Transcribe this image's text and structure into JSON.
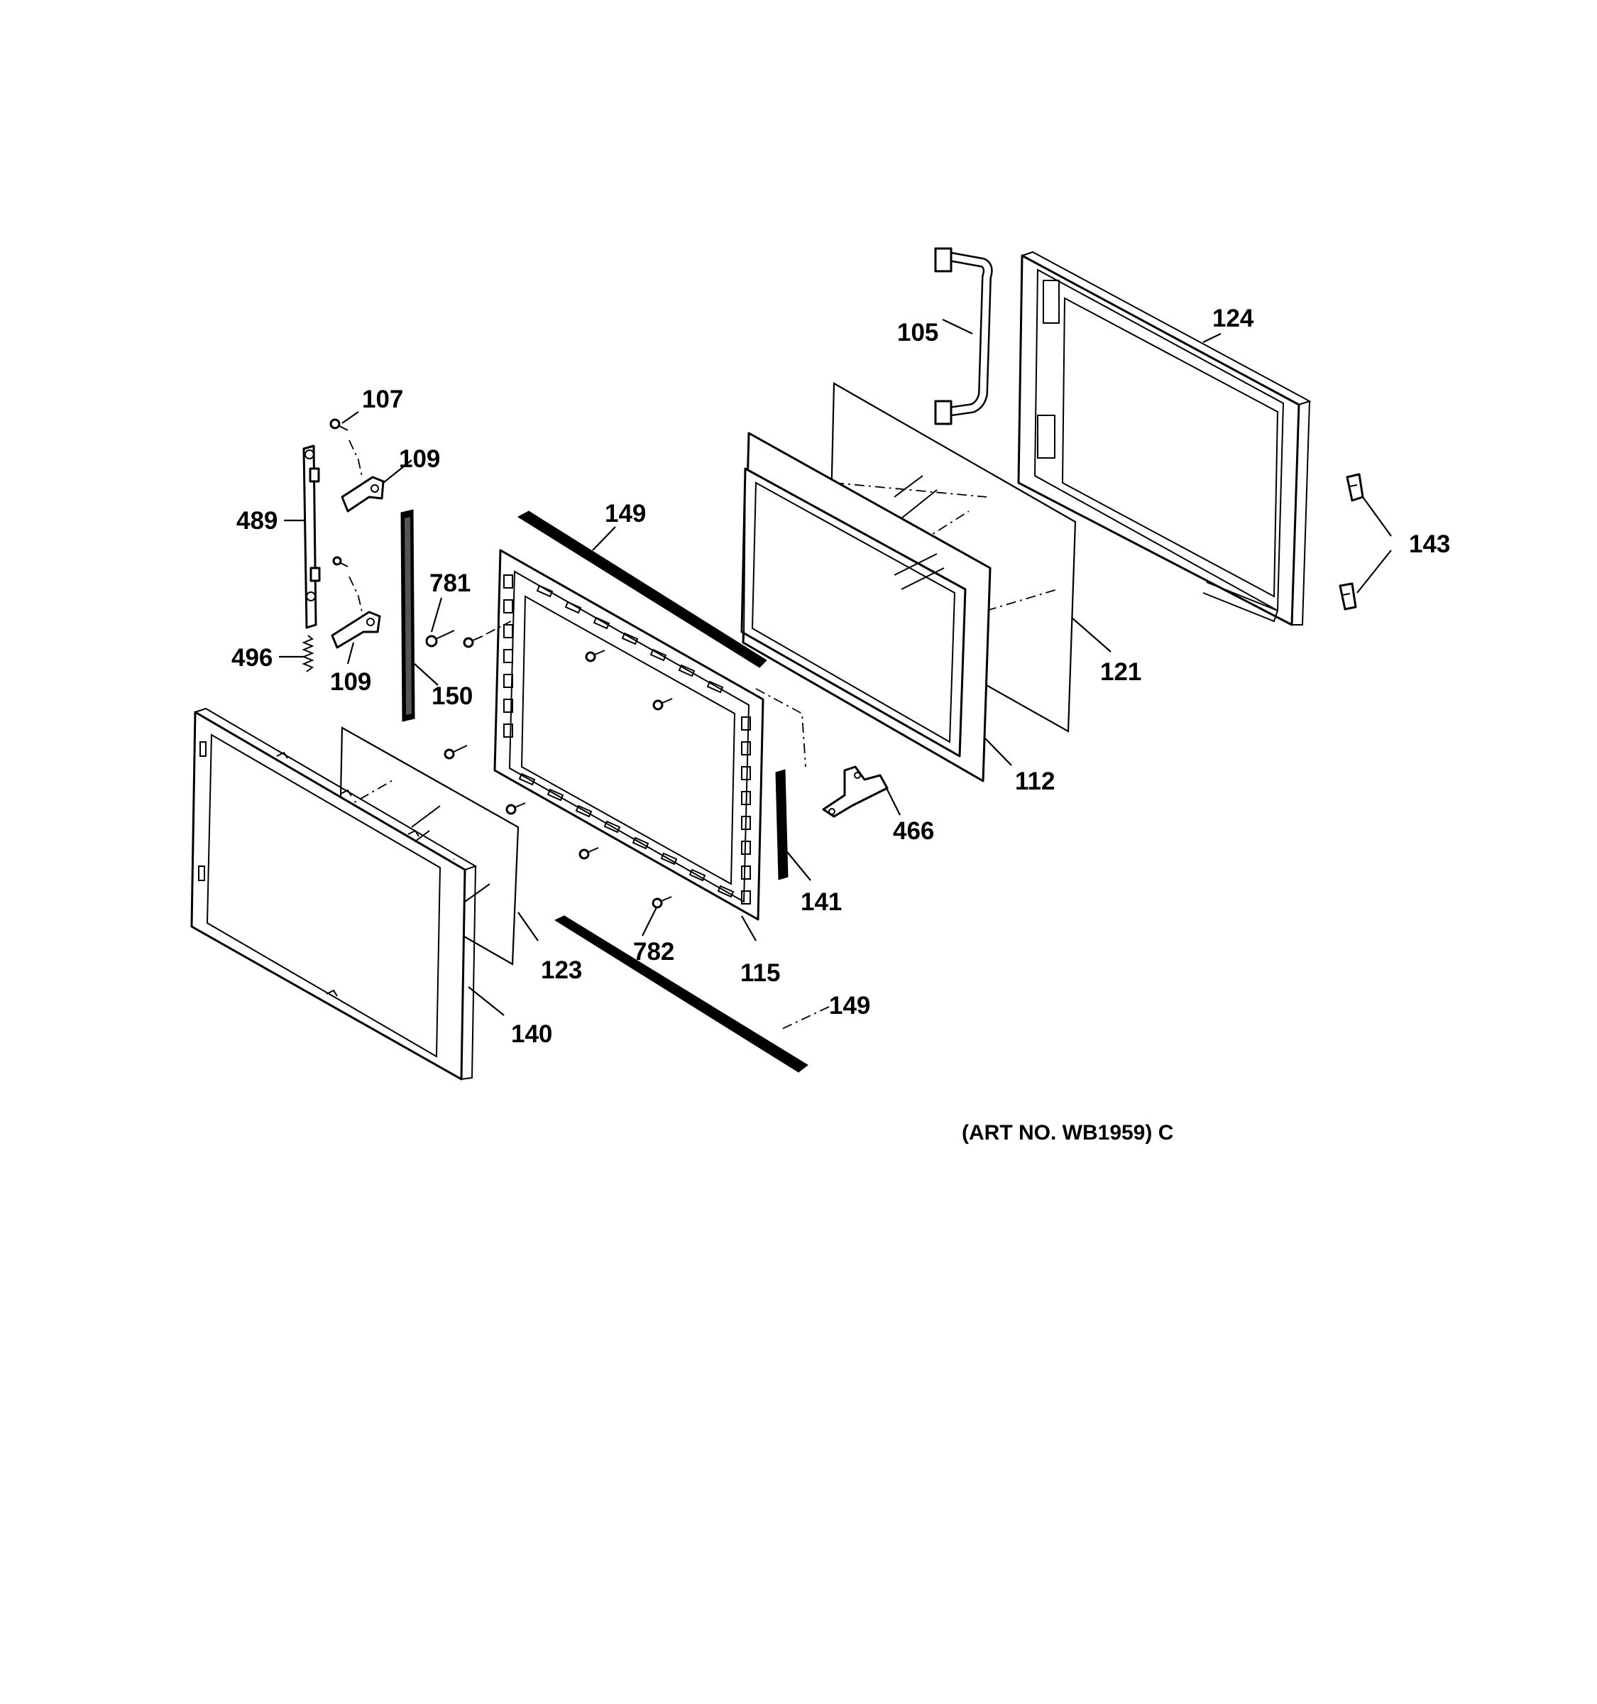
{
  "labels": {
    "l105": "105",
    "l124": "124",
    "l107": "107",
    "l109a": "109",
    "l489": "489",
    "l149a": "149",
    "l781": "781",
    "l143": "143",
    "l496": "496",
    "l109b": "109",
    "l150": "150",
    "l121": "121",
    "l112": "112",
    "l466": "466",
    "l141": "141",
    "l782": "782",
    "l123": "123",
    "l115": "115",
    "l149b": "149",
    "l140": "140"
  },
  "art_number": "(ART NO. WB1959) C"
}
